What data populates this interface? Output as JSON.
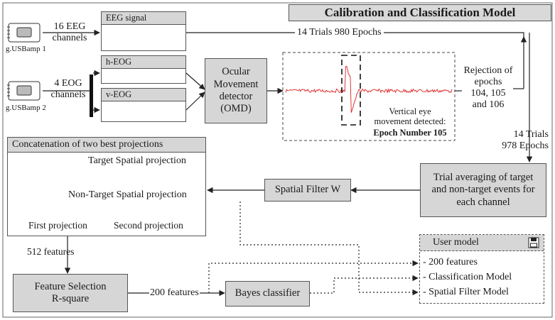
{
  "title": "Calibration and Classification Model",
  "devices": [
    {
      "label": "g.USBamp 1",
      "channels": "16 EEG\nchannels"
    },
    {
      "label": "g.USBamp 2",
      "channels": "4 EOG\nchannels"
    }
  ],
  "signals": {
    "eeg": "EEG signal",
    "heog": "h-EOG",
    "veog": "v-EOG"
  },
  "omd": "Ocular\nMovement\ndetector\n(OMD)",
  "trials_top": "14 Trials 980 Epochs",
  "detection": {
    "caption": "Vertical eye\nmovement detected:",
    "epoch": "Epoch Number 105"
  },
  "rejection": "Rejection of\nepochs\n104, 105\nand 106",
  "trials_mid": "14 Trials\n978 Epochs",
  "trial_avg": "Trial averaging of target\nand non-target events for\neach channel",
  "spatial_filter": "Spatial Filter W",
  "concat": {
    "title": "Concatenation of two best projections",
    "target": "Target Spatial projection",
    "nontarget": "Non-Target Spatial projection",
    "first": "First projection",
    "second": "Second projection"
  },
  "features_512": "512 features",
  "feature_selection": "Feature Selection\nR-square",
  "features_200": "200 features",
  "bayes": "Bayes classifier",
  "user_model": {
    "title": "User model",
    "items": [
      "- 200 features",
      "- Classification Model",
      "- Spatial Filter Model"
    ],
    "icon": "save-icon"
  },
  "colors": {
    "box": "#d6d6d6",
    "eeg_trace": "#1a8a3a",
    "heog_trace": "#3355cc",
    "veog_trace": "#dd2222"
  }
}
